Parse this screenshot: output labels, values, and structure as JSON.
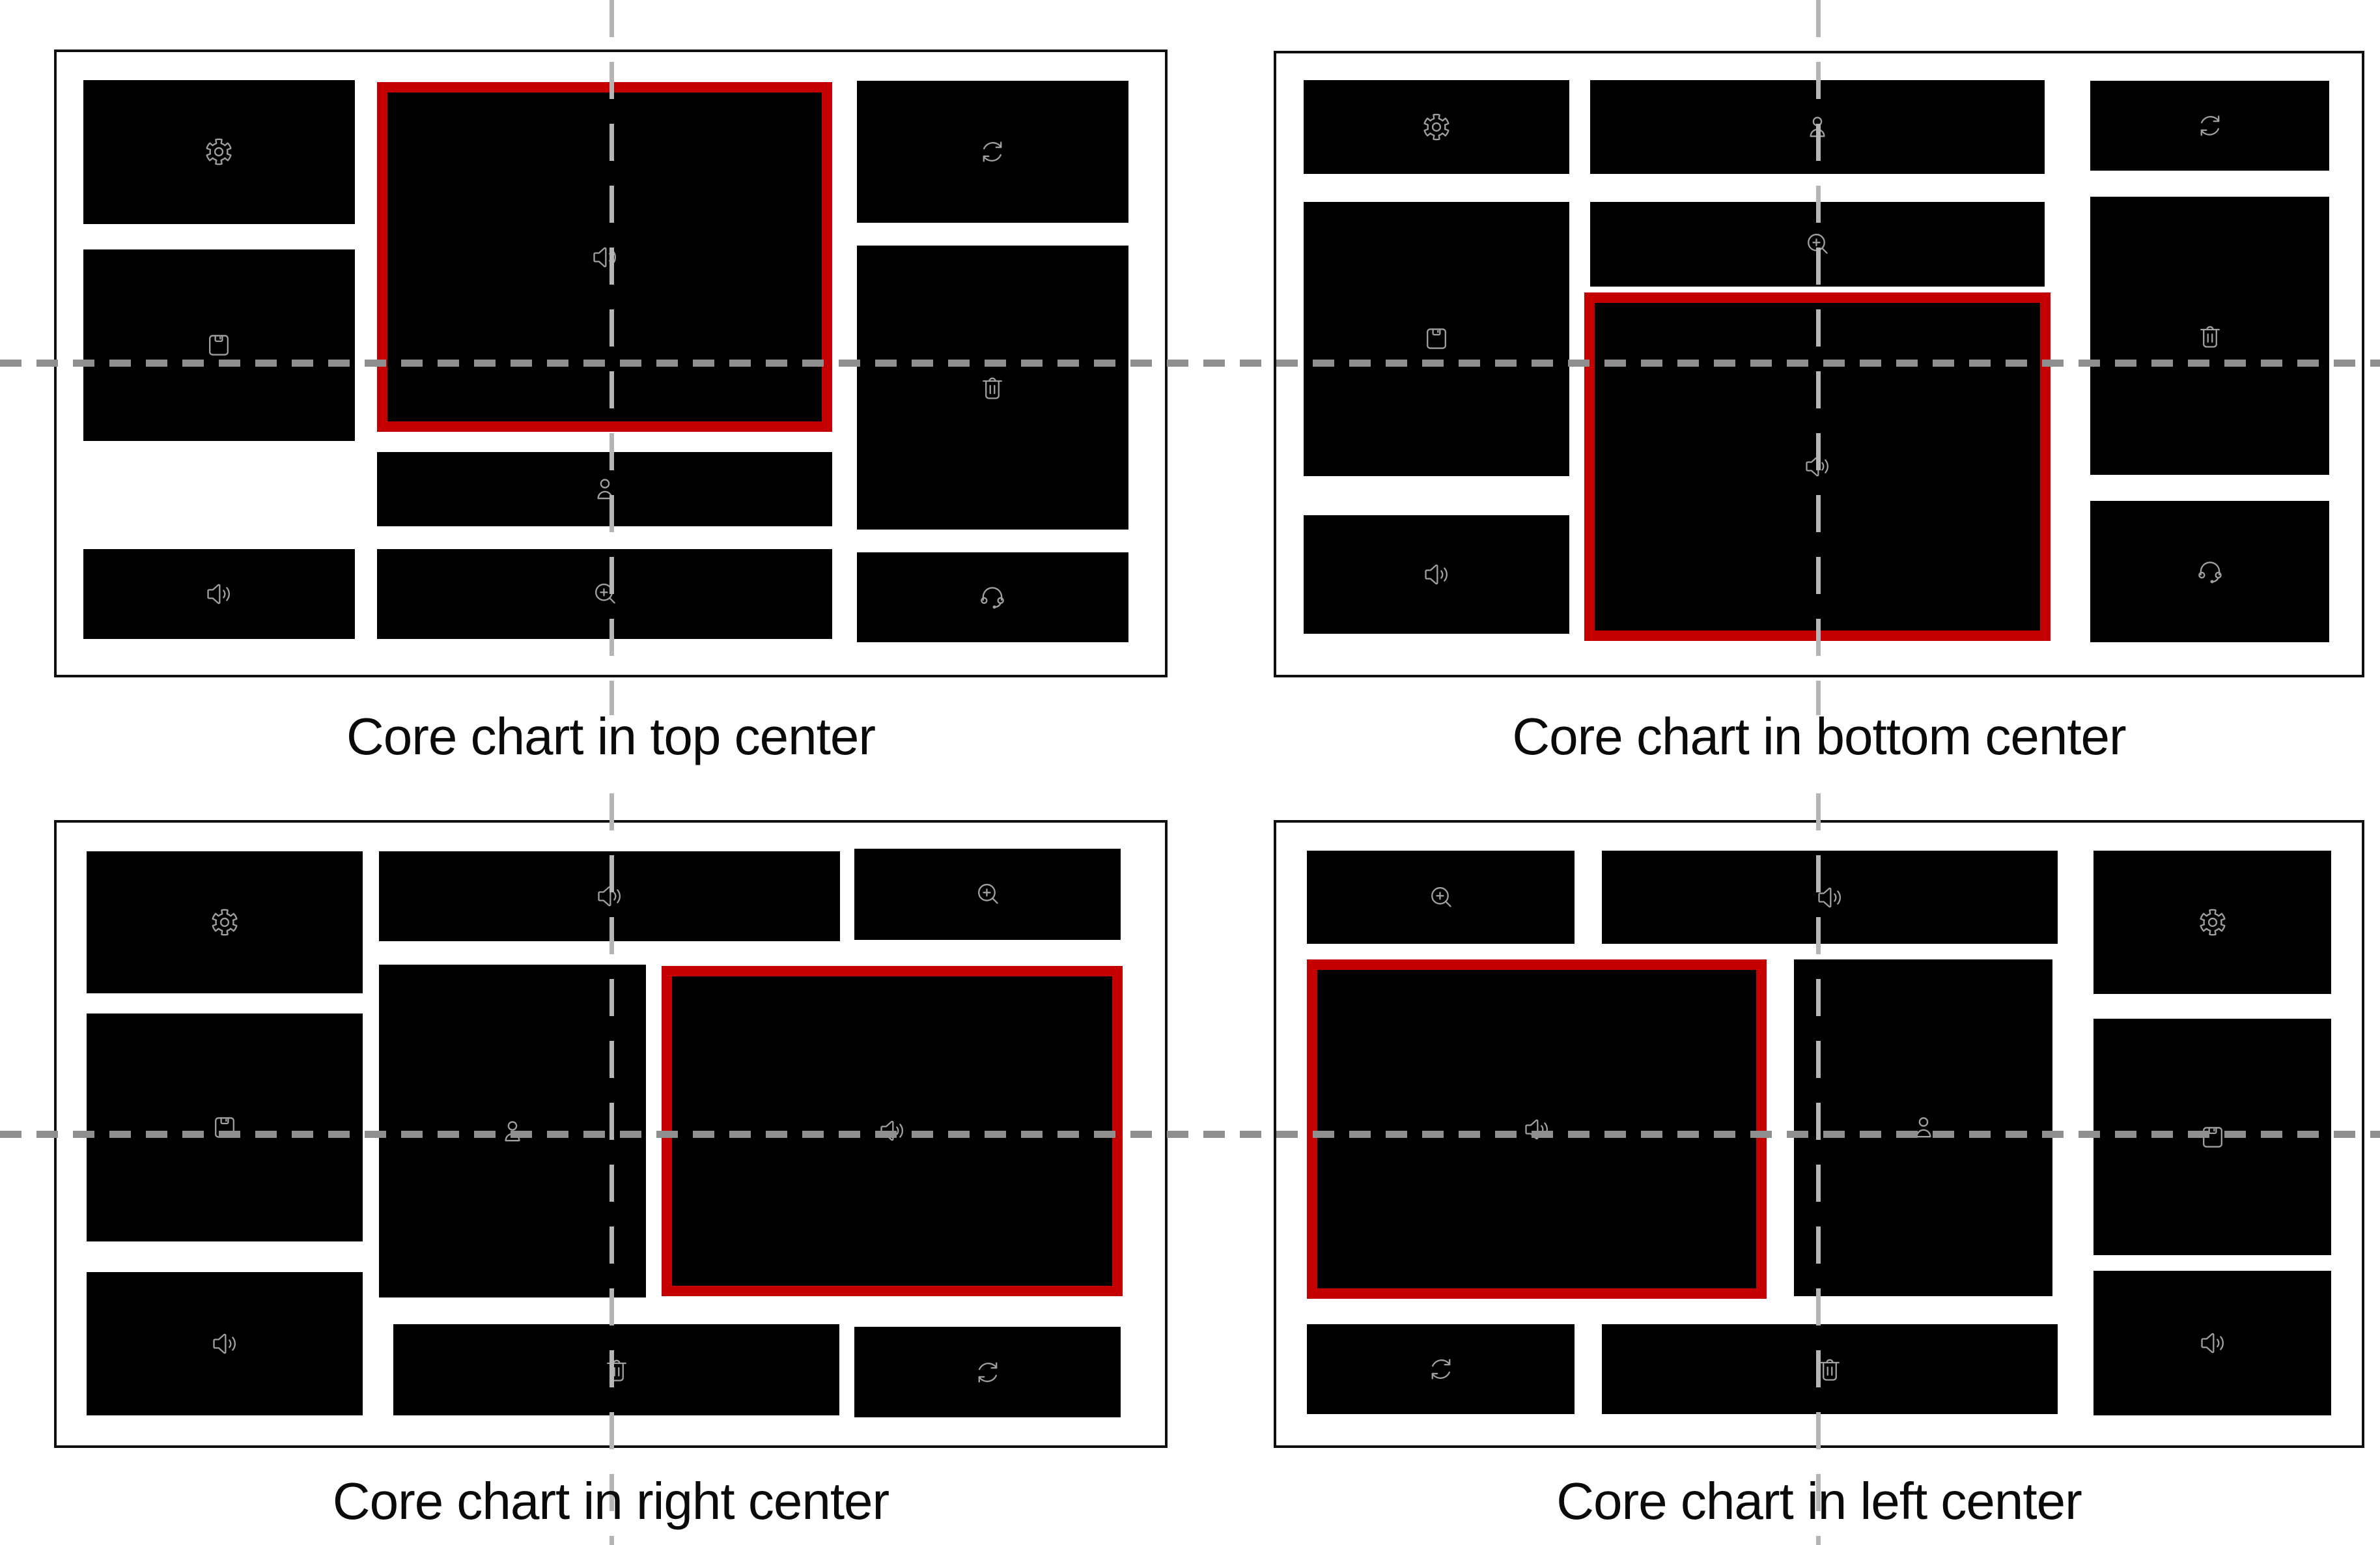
{
  "figure": {
    "panels": [
      {
        "id": "top-center",
        "caption": "Core chart in top center",
        "core_icon": "speaker",
        "core_position": "top center",
        "tiles": [
          {
            "icon": "gear",
            "core": false
          },
          {
            "icon": "speaker",
            "core": true
          },
          {
            "icon": "refresh",
            "core": false
          },
          {
            "icon": "save",
            "core": false
          },
          {
            "icon": "trash",
            "core": false
          },
          {
            "icon": "person",
            "core": false
          },
          {
            "icon": "speaker",
            "core": false
          },
          {
            "icon": "zoom-in",
            "core": false
          },
          {
            "icon": "headset",
            "core": false
          }
        ]
      },
      {
        "id": "bottom-center",
        "caption": "Core chart in bottom center",
        "core_icon": "speaker",
        "core_position": "bottom center",
        "tiles": [
          {
            "icon": "gear",
            "core": false
          },
          {
            "icon": "person",
            "core": false
          },
          {
            "icon": "refresh",
            "core": false
          },
          {
            "icon": "save",
            "core": false
          },
          {
            "icon": "zoom-in",
            "core": false
          },
          {
            "icon": "trash",
            "core": false
          },
          {
            "icon": "speaker",
            "core": true
          },
          {
            "icon": "speaker",
            "core": false
          },
          {
            "icon": "headset",
            "core": false
          }
        ]
      },
      {
        "id": "right-center",
        "caption": "Core chart in right center",
        "core_icon": "speaker",
        "core_position": "right center",
        "tiles": [
          {
            "icon": "gear",
            "core": false
          },
          {
            "icon": "speaker",
            "core": false
          },
          {
            "icon": "zoom-in",
            "core": false
          },
          {
            "icon": "save",
            "core": false
          },
          {
            "icon": "person",
            "core": false
          },
          {
            "icon": "speaker",
            "core": true
          },
          {
            "icon": "speaker",
            "core": false
          },
          {
            "icon": "trash",
            "core": false
          },
          {
            "icon": "refresh",
            "core": false
          }
        ]
      },
      {
        "id": "left-center",
        "caption": "Core chart in left center",
        "core_icon": "speaker",
        "core_position": "left center",
        "tiles": [
          {
            "icon": "zoom-in",
            "core": false
          },
          {
            "icon": "speaker",
            "core": false
          },
          {
            "icon": "gear",
            "core": false
          },
          {
            "icon": "speaker",
            "core": true
          },
          {
            "icon": "person",
            "core": false
          },
          {
            "icon": "save",
            "core": false
          },
          {
            "icon": "refresh",
            "core": false
          },
          {
            "icon": "trash",
            "core": false
          },
          {
            "icon": "speaker",
            "core": false
          }
        ]
      }
    ]
  },
  "colors": {
    "core_border": "#c40000",
    "tile_background": "#000000",
    "icon_stroke": "#a0a0a0",
    "panel_border": "#101010",
    "crosshair_horizontal": "#8f8f8f",
    "crosshair_vertical": "#b5b5b5",
    "caption_text": "#0a0a0a",
    "background": "#ffffff"
  }
}
